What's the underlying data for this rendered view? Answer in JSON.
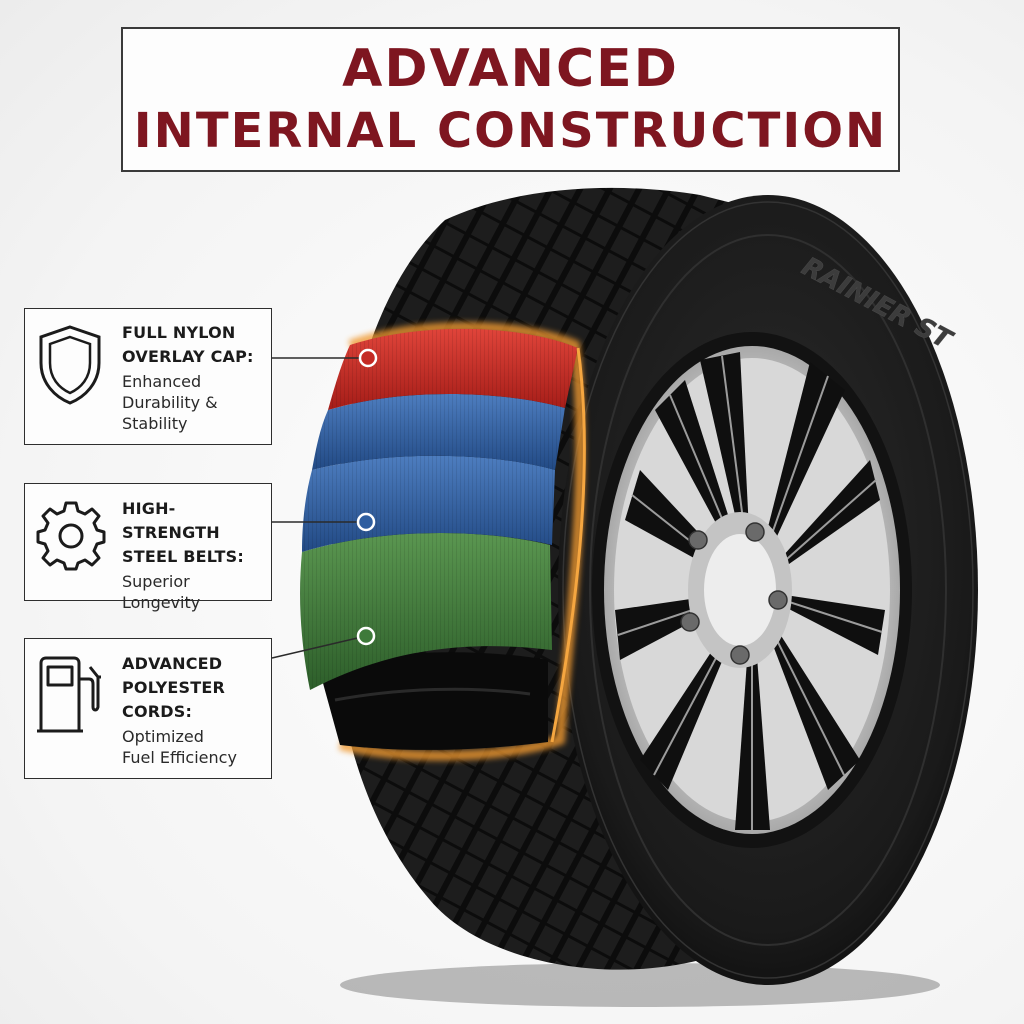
{
  "title": {
    "line1": "ADVANCED",
    "line2": "INTERNAL CONSTRUCTION"
  },
  "features": [
    {
      "heading_lines": [
        "FULL NYLON",
        "OVERLAY CAP:"
      ],
      "description_lines": [
        "Enhanced",
        "Durability &",
        "Stability"
      ],
      "icon": "shield-icon",
      "layer_color": "#c42a24"
    },
    {
      "heading_lines": [
        "HIGH-STRENGTH",
        "STEEL BELTS:"
      ],
      "description_lines": [
        "Superior",
        "Longevity"
      ],
      "icon": "gear-icon",
      "layer_color": "#2f5ea0"
    },
    {
      "heading_lines": [
        "ADVANCED",
        "POLYESTER",
        "CORDS:"
      ],
      "description_lines": [
        "Optimized",
        "Fuel Efficiency"
      ],
      "icon": "fuel-pump-icon",
      "layer_color": "#3e7a3a"
    }
  ],
  "tire": {
    "sidewall_brand": "RAINIER ST"
  },
  "colors": {
    "title": "#7e1620",
    "accent_glow": "#e8892a",
    "tire": "#1c1c1c"
  }
}
